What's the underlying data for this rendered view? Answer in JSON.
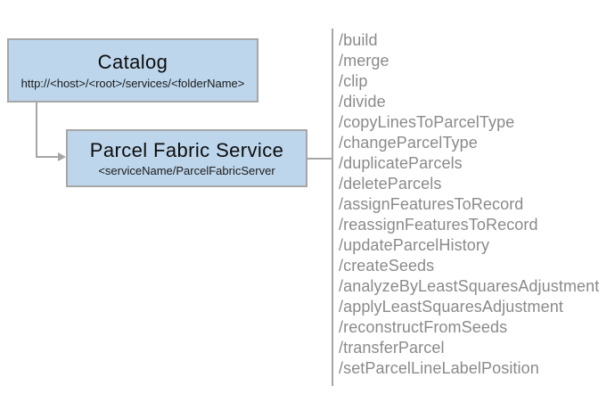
{
  "diagram": {
    "catalog": {
      "title": "Catalog",
      "subtitle": "http://<host>/<root>/services/<folderName>"
    },
    "service": {
      "title": "Parcel Fabric Service",
      "subtitle": "<serviceName/ParcelFabricServer"
    },
    "endpoints": [
      "/build",
      "/merge",
      "/clip",
      "/divide",
      "/copyLinesToParcelType",
      "/changeParcelType",
      "/duplicateParcels",
      "/deleteParcels",
      "/assignFeaturesToRecord",
      "/reassignFeaturesToRecord",
      "/updateParcelHistory",
      "/createSeeds",
      "/analyzeByLeastSquaresAdjustment",
      "/applyLeastSquaresAdjustment",
      "/reconstructFromSeeds",
      "/transferParcel",
      "/setParcelLineLabelPosition"
    ],
    "colors": {
      "box_fill": "#bdd6ec",
      "box_border": "#a6a6a6",
      "connector_line": "#a6a6a6",
      "endpoint_text": "#8a8a8a",
      "title_text": "#0d0d0d",
      "background": "#ffffff"
    }
  }
}
